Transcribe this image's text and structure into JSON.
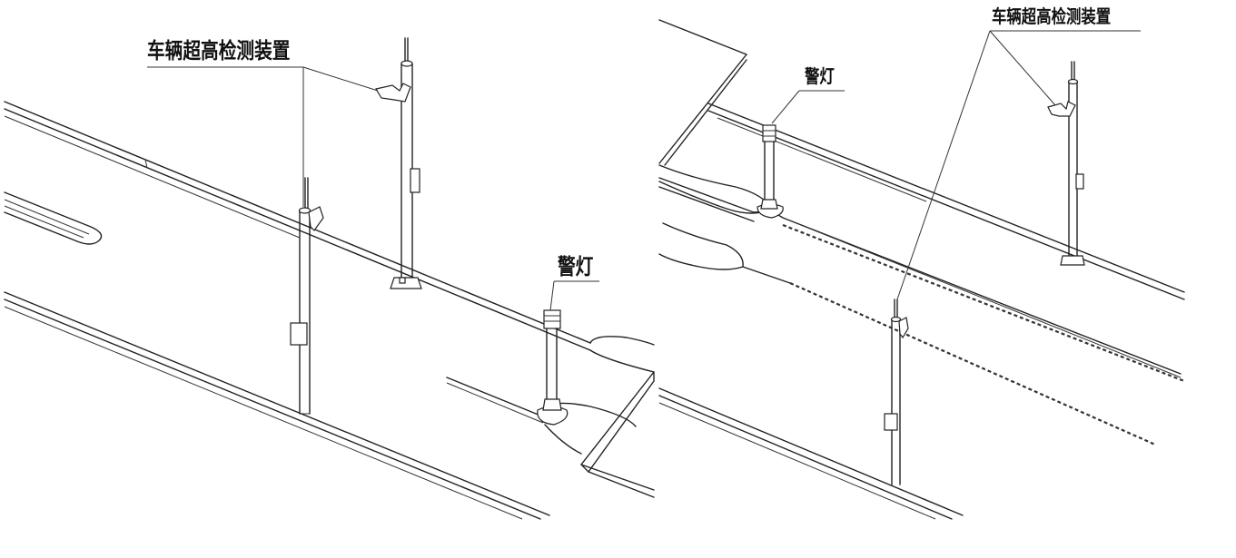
{
  "left_view": {
    "label_detector": "车辆超高检测装置",
    "label_warning_light": "警灯"
  },
  "right_view": {
    "label_detector": "车辆超高检测装置",
    "label_warning_light": "警灯"
  }
}
